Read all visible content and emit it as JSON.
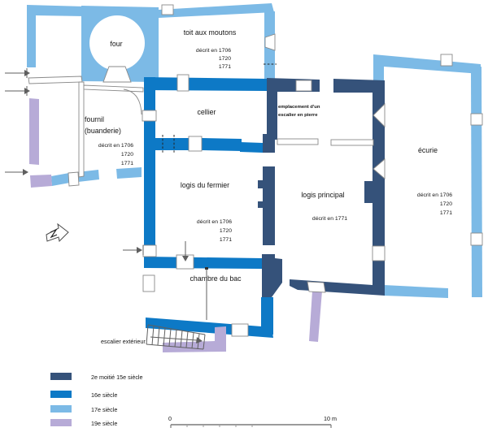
{
  "rooms": {
    "four": {
      "label": "four"
    },
    "toit_aux_moutons": {
      "label": "toit aux moutons",
      "decrit": [
        "décrit en 1706",
        "1720",
        "1771"
      ]
    },
    "fournil": {
      "label": "fournil",
      "label2": "(buanderie)",
      "decrit": [
        "décrit en 1706",
        "1720",
        "1771"
      ]
    },
    "cellier": {
      "label": "cellier"
    },
    "logis_du_fermier": {
      "label": "logis du fermier",
      "decrit": [
        "décrit en 1706",
        "1720",
        "1771"
      ]
    },
    "logis_principal": {
      "label": "logis principal",
      "decrit": [
        "décrit en 1771"
      ]
    },
    "ecurie": {
      "label": "écurie",
      "decrit": [
        "décrit en 1706",
        "1720",
        "1771"
      ]
    },
    "chambre_du_bac": {
      "label": "chambre du bac"
    },
    "emplacement": {
      "line1": "emplacement d'un",
      "line2": "escalier en pierre"
    },
    "escalier_exterieur": {
      "label": "escalier extérieur"
    }
  },
  "legend": {
    "items": [
      {
        "label": "2e moitié 15e siècle",
        "color": "#35527A"
      },
      {
        "label": "16e siècle",
        "color": "#0D79C6"
      },
      {
        "label": "17e siècle",
        "color": "#7CBAE6"
      },
      {
        "label": "19e siècle",
        "color": "#B7ABD7"
      }
    ]
  },
  "scale_bar": {
    "zero_label": "0",
    "end_label": "10 m"
  },
  "colors": {
    "wall_15e": "#35527A",
    "wall_16e": "#0D79C6",
    "wall_17e": "#7CBAE6",
    "wall_19e": "#B7ABD7",
    "outline": "#8a8a8a",
    "text": "#141414"
  }
}
